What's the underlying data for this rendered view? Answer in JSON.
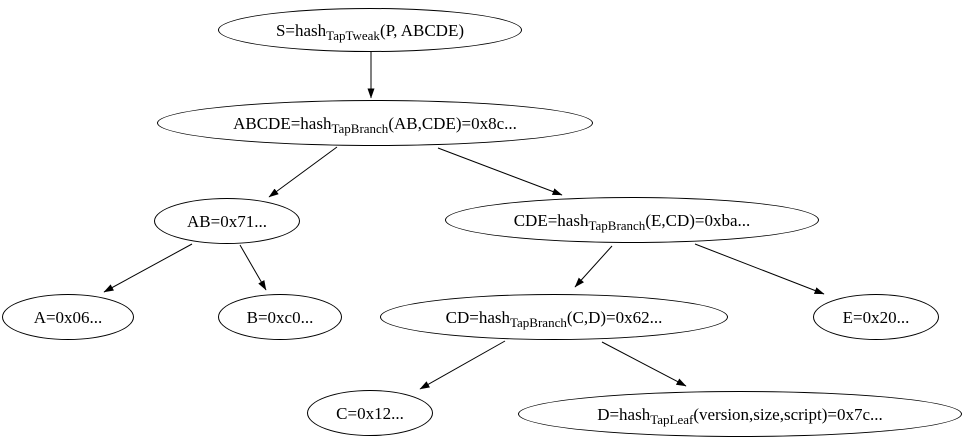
{
  "diagram": {
    "title": "taproot-merkle-tree",
    "background_color": "#ffffff",
    "node_stroke_color": "#000000",
    "text_color": "#000000",
    "nodes": {
      "s": {
        "pre": "S=hash",
        "sub": "TapTweak",
        "post": "(P, ABCDE)"
      },
      "abcde": {
        "pre": "ABCDE=hash",
        "sub": "TapBranch",
        "post": "(AB,CDE)=0x8c..."
      },
      "ab": {
        "pre": "AB=0x71...",
        "sub": "",
        "post": ""
      },
      "cde": {
        "pre": "CDE=hash",
        "sub": "TapBranch",
        "post": "(E,CD)=0xba..."
      },
      "a": {
        "pre": "A=0x06...",
        "sub": "",
        "post": ""
      },
      "b": {
        "pre": "B=0xc0...",
        "sub": "",
        "post": ""
      },
      "cd": {
        "pre": "CD=hash",
        "sub": "TapBranch",
        "post": "(C,D)=0x62..."
      },
      "e": {
        "pre": "E=0x20...",
        "sub": "",
        "post": ""
      },
      "c": {
        "pre": "C=0x12...",
        "sub": "",
        "post": ""
      },
      "d": {
        "pre": "D=hash",
        "sub": "TapLeaf",
        "post": "(version,size,script)=0x7c..."
      }
    },
    "edges": [
      {
        "from": "S",
        "to": "ABCDE"
      },
      {
        "from": "ABCDE",
        "to": "AB"
      },
      {
        "from": "ABCDE",
        "to": "CDE"
      },
      {
        "from": "AB",
        "to": "A"
      },
      {
        "from": "AB",
        "to": "B"
      },
      {
        "from": "CDE",
        "to": "CD"
      },
      {
        "from": "CDE",
        "to": "E"
      },
      {
        "from": "CD",
        "to": "C"
      },
      {
        "from": "CD",
        "to": "D"
      }
    ]
  }
}
